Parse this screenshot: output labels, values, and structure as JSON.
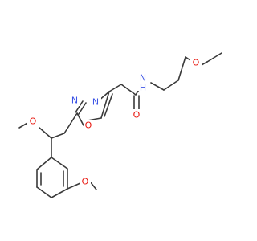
{
  "colors": {
    "bond": "#3a3a3a",
    "background": "#ffffff",
    "nitrogen": "#3d55e6",
    "oxygen": "#e8170f"
  },
  "atoms": {
    "n_amide": {
      "label": "N",
      "color": "nitrogen"
    },
    "h_amide": {
      "label": "H",
      "color": "nitrogen"
    },
    "o_carbonyl": {
      "label": "O",
      "color": "oxygen"
    },
    "o_ether": {
      "label": "O",
      "color": "oxygen"
    },
    "n_ring_1": {
      "label": "N",
      "color": "nitrogen"
    },
    "n_ring_2": {
      "label": "N",
      "color": "nitrogen"
    },
    "o_ring": {
      "label": "O",
      "color": "oxygen"
    },
    "o_methoxy_1": {
      "label": "O",
      "color": "oxygen"
    },
    "o_methoxy_2": {
      "label": "O",
      "color": "oxygen"
    }
  }
}
